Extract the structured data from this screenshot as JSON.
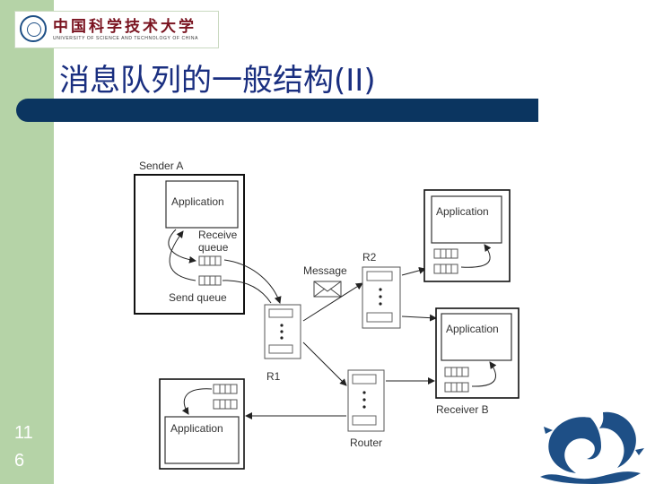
{
  "header": {
    "logo_cn": "中国科学技术大学",
    "logo_en": "UNIVERSITY OF SCIENCE AND TECHNOLOGY OF CHINA",
    "title": "消息队列的一般结构(II)"
  },
  "slide_number": "11 6",
  "diagram": {
    "sender_a": "Sender A",
    "app_sender": "Application",
    "receive_queue_1": "Receive",
    "receive_queue_2": "queue",
    "send_queue": "Send queue",
    "message": "Message",
    "r1": "R1",
    "r2": "R2",
    "router": "Router",
    "app_top_right": "Application",
    "app_receiver_b": "Application",
    "receiver_b": "Receiver B",
    "app_bottom_left": "Application"
  },
  "colors": {
    "sidebar": "#b5d3a7",
    "title_bar": "#0b3560",
    "title_text": "#1a2f80",
    "dragon": "#1e4f86"
  }
}
